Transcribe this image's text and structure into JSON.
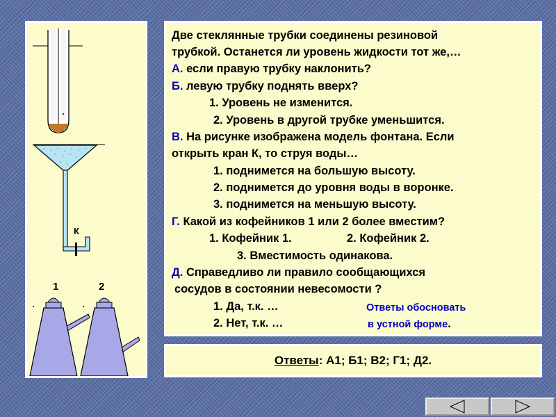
{
  "question": {
    "lines": [
      "Две стеклянные трубки соединены резиновой",
      "трубкой. Останется ли уровень жидкости тот же,…",
      "если правую трубку наклонить?",
      "левую трубку поднять вверх?",
      "1. Уровень не изменится.",
      "2. Уровень в другой трубке уменьшится.",
      "На рисунке изображена модель фонтана. Если",
      "открыть кран К, то струя воды…",
      "1. поднимется на большую высоту.",
      "2. поднимется до уровня воды в воронке.",
      "3. поднимется на меньшую высоту.",
      "Какой из кофейников 1 или 2 более вместим?",
      "1. Кофейник 1.",
      "2. Кофейник 2.",
      "3. Вместимость одинакова.",
      "Справедливо ли правило сообщающихся",
      "сосудов в состоянии невесомости ?",
      "1. Да, т.к. …",
      "2. Нет, т.к. …"
    ],
    "markers": [
      "А.",
      "Б.",
      "В.",
      "Г.",
      "Д."
    ],
    "note_line1": "Ответы обосновать",
    "note_line2": "в устной форме",
    "note_dot": "."
  },
  "answers": {
    "label": "Ответы",
    "text": ": А1;  Б1;  В2;  Г1;  Д2."
  },
  "figure": {
    "tap_label": "К",
    "pot1_label": "1",
    "pot2_label": "2"
  },
  "colors": {
    "background": "#5a6fa8",
    "panel": "#fbfbcc",
    "water": "#b6e4f2",
    "sediment": "#c07a2c",
    "coffeepot": "#a8a8e8",
    "marker_blue": "#0000c0"
  }
}
